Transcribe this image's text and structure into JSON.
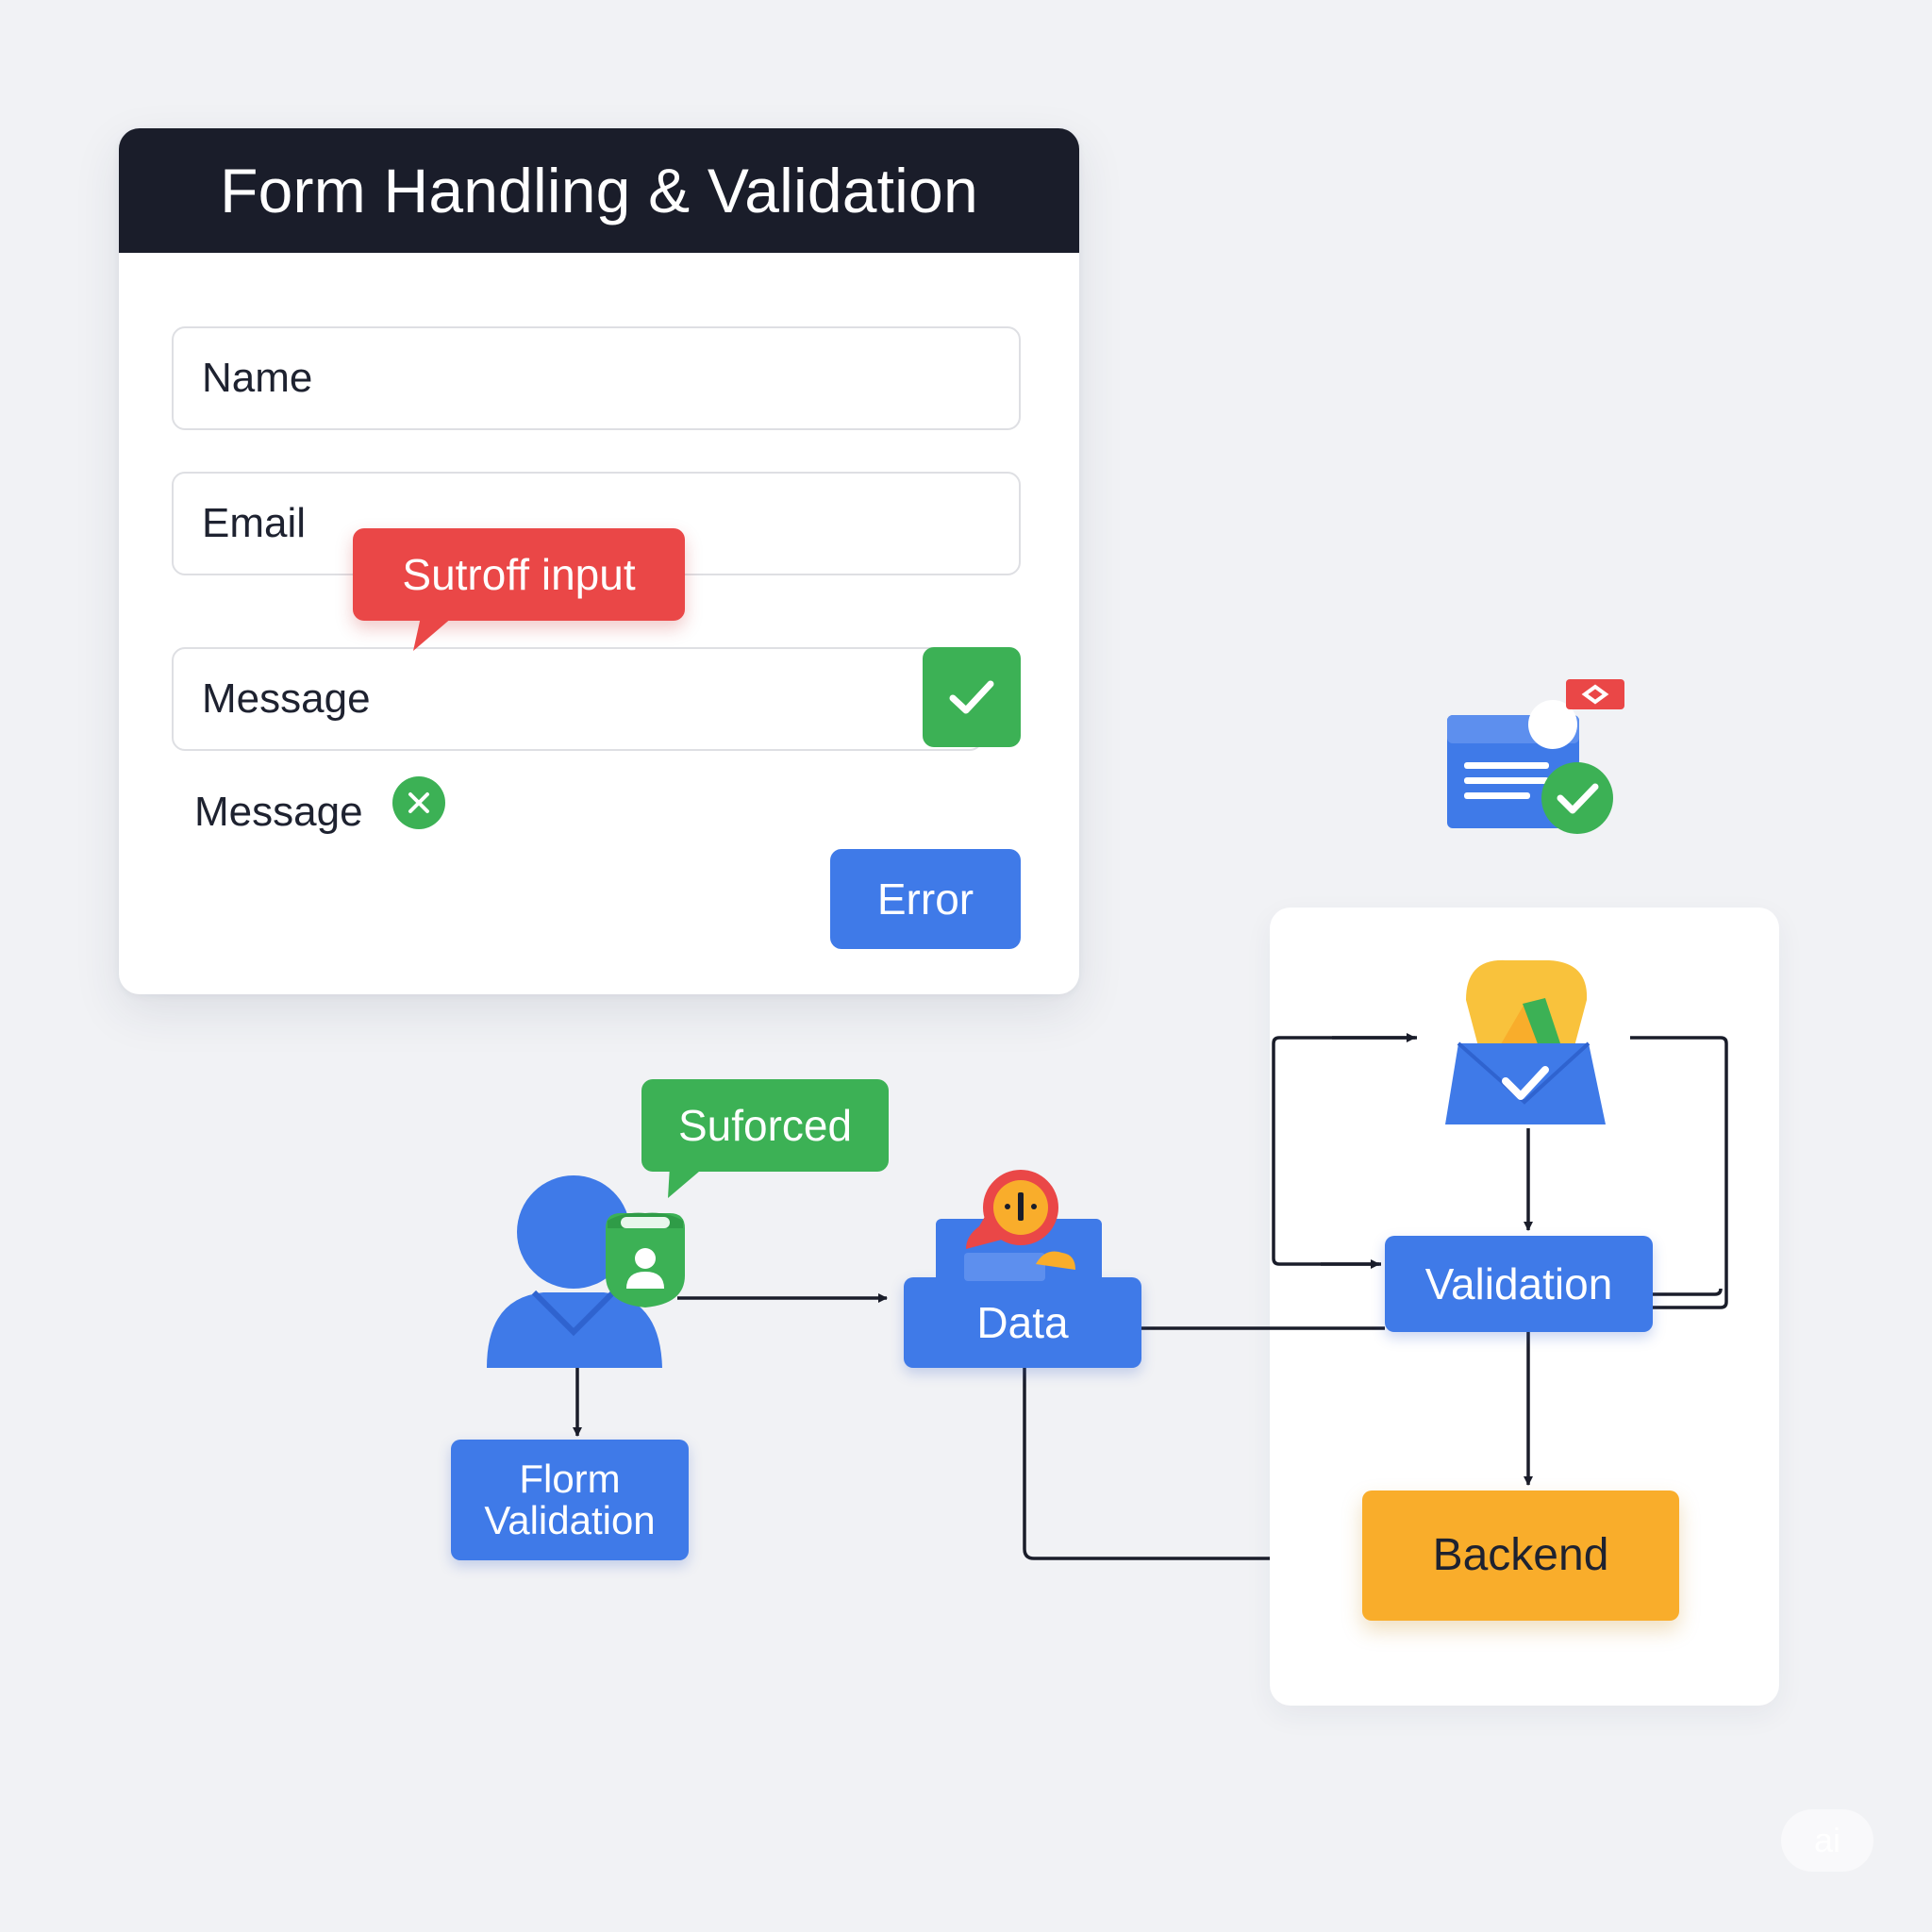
{
  "form": {
    "title": "Form Handling & Validation",
    "fields": {
      "name": "Name",
      "email": "Email",
      "message": "Message"
    },
    "tooltip_error": "Sutroff input",
    "message_label": "Message",
    "error_button": "Error"
  },
  "flow": {
    "bubble_green": "Suforced",
    "data": "Data",
    "validation": "Validation",
    "form_validation_line1": "Florm",
    "form_validation_line2": "Validation",
    "backend": "Backend"
  },
  "watermark": "ai",
  "colors": {
    "header_dark": "#1a1d2a",
    "primary_blue": "#3f7ae8",
    "success_green": "#3cb155",
    "error_red": "#ea4747",
    "backend_orange": "#f9ad2b",
    "background": "#f1f2f5"
  },
  "icons": {
    "user": "user-icon",
    "user_badge": "person-badge-icon",
    "data_alert": "alert-pin-icon",
    "validated_document": "document-check-icon",
    "validation_shield": "shield-check-icon",
    "check": "check-icon",
    "close": "close-circle-icon"
  }
}
